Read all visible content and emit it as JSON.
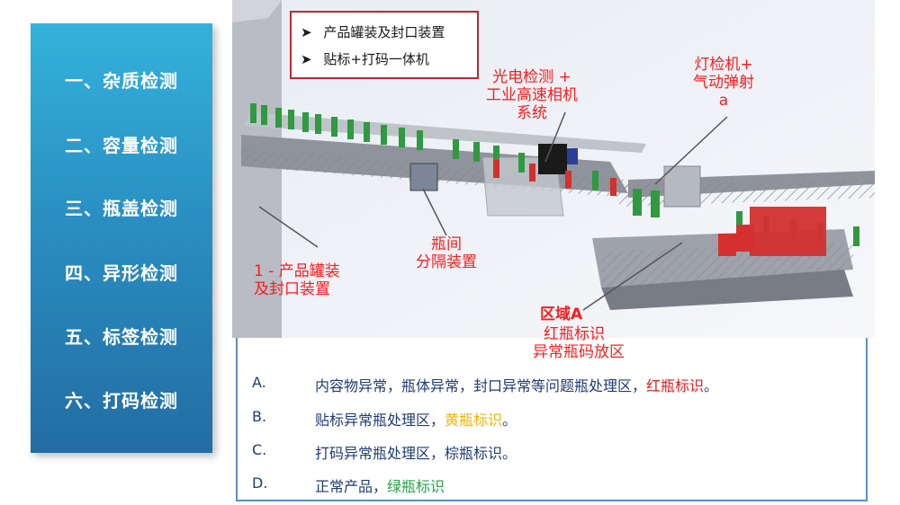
{
  "menu": {
    "items": [
      {
        "label": "一、杂质检测"
      },
      {
        "label": "二、容量检测"
      },
      {
        "label": "三、瓶盖检测"
      },
      {
        "label": "四、异形检测"
      },
      {
        "label": "五、标签检测"
      },
      {
        "label": "六、打码检测"
      }
    ]
  },
  "scene": {
    "top_list": [
      "产品罐装及封口装置",
      "贴标+打码一体机"
    ],
    "bullet": "➤",
    "labels": {
      "camera": [
        "光电检测 +",
        "工业高速相机",
        "系统"
      ],
      "light": [
        "灯检机+",
        "气动弹射",
        "a"
      ],
      "separator": [
        "瓶间",
        "分隔装置"
      ],
      "filling": [
        "1 - 产品罐装",
        "及封口装置"
      ],
      "zone_title": "区域A",
      "zone_lines": [
        "红瓶标识",
        "异常瓶码放区"
      ]
    }
  },
  "panel": {
    "options": [
      {
        "letter": "A.",
        "text": "内容物异常，瓶体异常，封口异常等问题瓶处理区，",
        "tag": "红瓶标识",
        "end": "。"
      },
      {
        "letter": "B.",
        "text": "贴标异常瓶处理区，",
        "tag": "黄瓶标识",
        "end": "。"
      },
      {
        "letter": "C.",
        "text": "打码异常瓶处理区，棕瓶标识。",
        "tag": "",
        "end": ""
      },
      {
        "letter": "D.",
        "text": "正常产品，",
        "tag": "绿瓶标识",
        "end": ""
      }
    ]
  },
  "colors": {
    "menu_top": "#33b2dc",
    "menu_bottom": "#226da3",
    "red": "#e81b1b",
    "yellow": "#f4b400",
    "green": "#23a444",
    "frame": "#c0282e"
  }
}
